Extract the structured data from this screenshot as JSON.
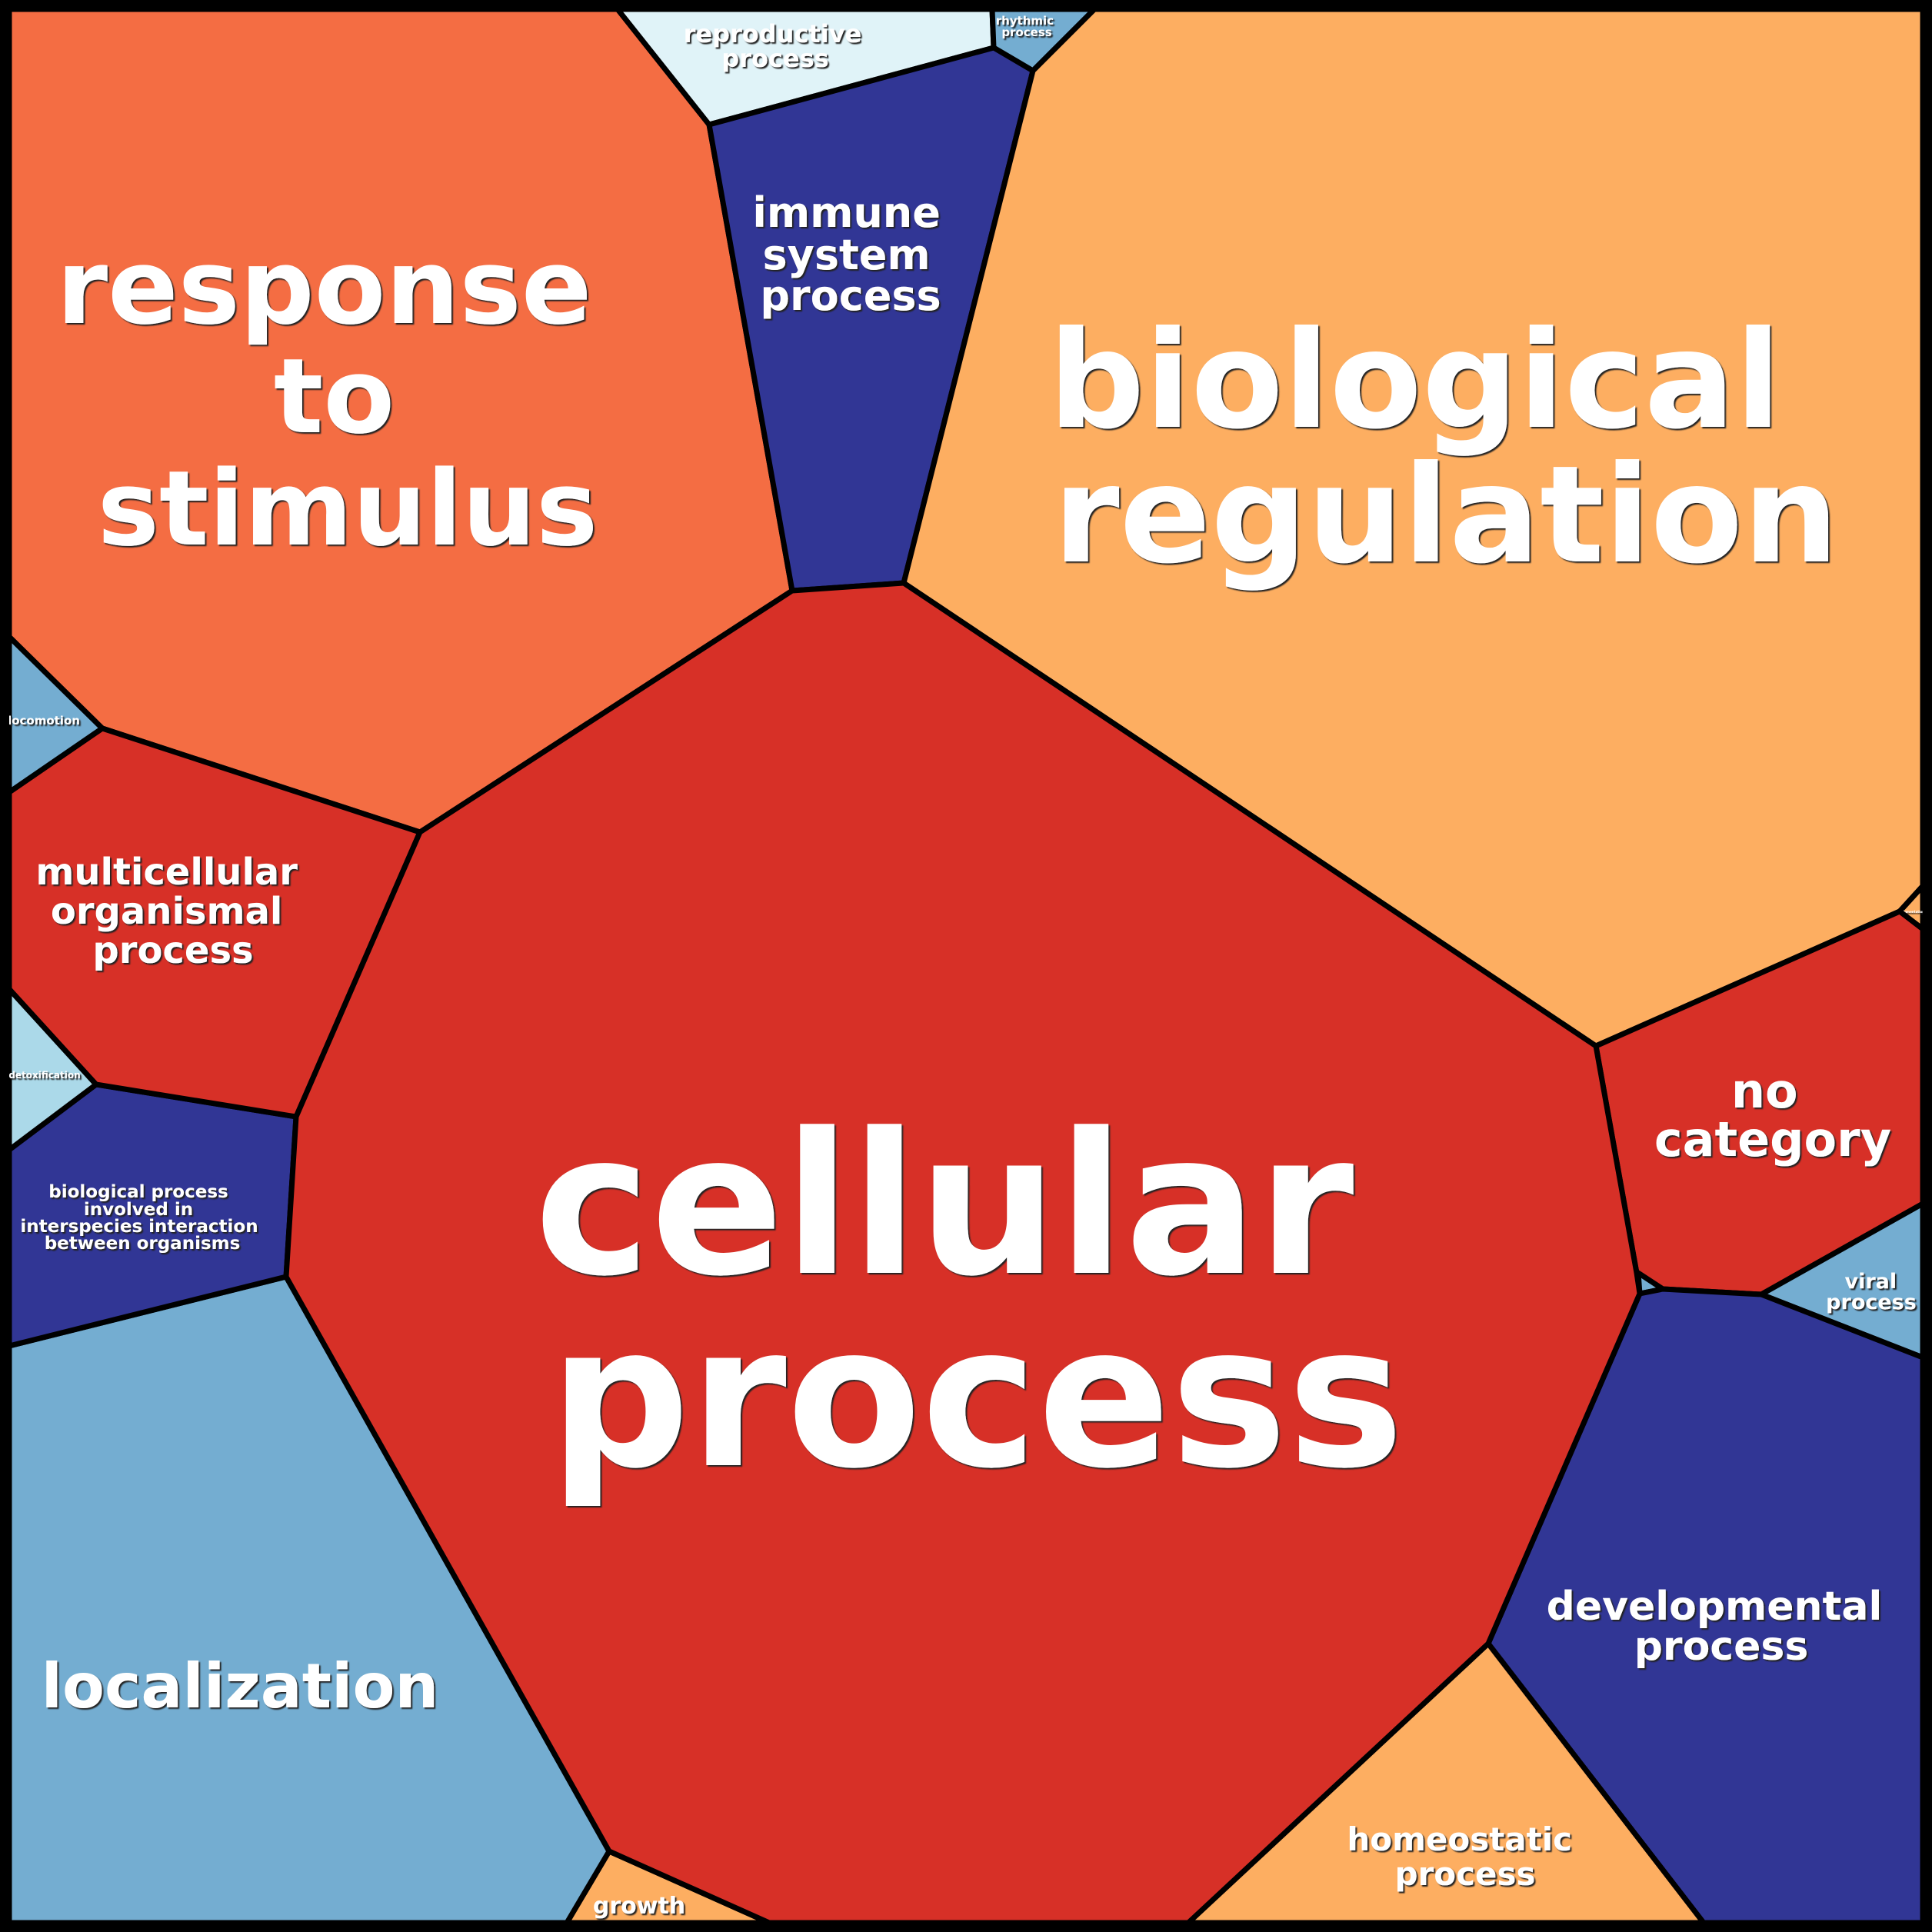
{
  "title": "GO biological process Voronoi treemap",
  "colors": {
    "red": "#d73027",
    "orange": "#f46d43",
    "light_orange": "#fdae61",
    "navy": "#313695",
    "blue": "#74add1",
    "light_blue": "#abd9e9",
    "pale_blue": "#e0f3f8",
    "border": "#000000"
  },
  "cells": [
    {
      "id": "cellular-process",
      "label_lines": [
        "cellular",
        "process"
      ],
      "color": "red"
    },
    {
      "id": "biological-regulation",
      "label_lines": [
        "biological",
        "regulation"
      ],
      "color": "light_orange"
    },
    {
      "id": "response-to-stimulus",
      "label_lines": [
        "response",
        "to",
        "stimulus"
      ],
      "color": "orange"
    },
    {
      "id": "immune-system-process",
      "label_lines": [
        "immune",
        "system",
        "process"
      ],
      "color": "navy"
    },
    {
      "id": "reproductive-process",
      "label_lines": [
        "reproductive",
        "process"
      ],
      "color": "pale_blue"
    },
    {
      "id": "rhythmic-process",
      "label_lines": [
        "rhythmic",
        "process"
      ],
      "color": "blue"
    },
    {
      "id": "locomotion",
      "label_lines": [
        "locomotion"
      ],
      "color": "blue"
    },
    {
      "id": "multicellular-organismal-process",
      "label_lines": [
        "multicellular",
        "organismal",
        "process"
      ],
      "color": "red"
    },
    {
      "id": "detoxification",
      "label_lines": [
        "detoxification"
      ],
      "color": "light_blue"
    },
    {
      "id": "interspecies-interaction",
      "label_lines": [
        "biological process",
        "involved in",
        "interspecies interaction",
        "between organisms"
      ],
      "color": "navy"
    },
    {
      "id": "localization",
      "label_lines": [
        "localization"
      ],
      "color": "blue"
    },
    {
      "id": "growth",
      "label_lines": [
        "growth"
      ],
      "color": "light_orange"
    },
    {
      "id": "homeostatic-process",
      "label_lines": [
        "homeostatic",
        "process"
      ],
      "color": "light_orange"
    },
    {
      "id": "developmental-process",
      "label_lines": [
        "developmental",
        "process"
      ],
      "color": "navy"
    },
    {
      "id": "viral-process",
      "label_lines": [
        "viral",
        "process"
      ],
      "color": "blue"
    },
    {
      "id": "no-category",
      "label_lines": [
        "no",
        "category"
      ],
      "color": "red"
    },
    {
      "id": "pigmentation",
      "label_lines": [
        "pigmentation"
      ],
      "color": "light_orange"
    },
    {
      "id": "tiny-blue-cell",
      "label_lines": [],
      "color": "blue"
    }
  ]
}
